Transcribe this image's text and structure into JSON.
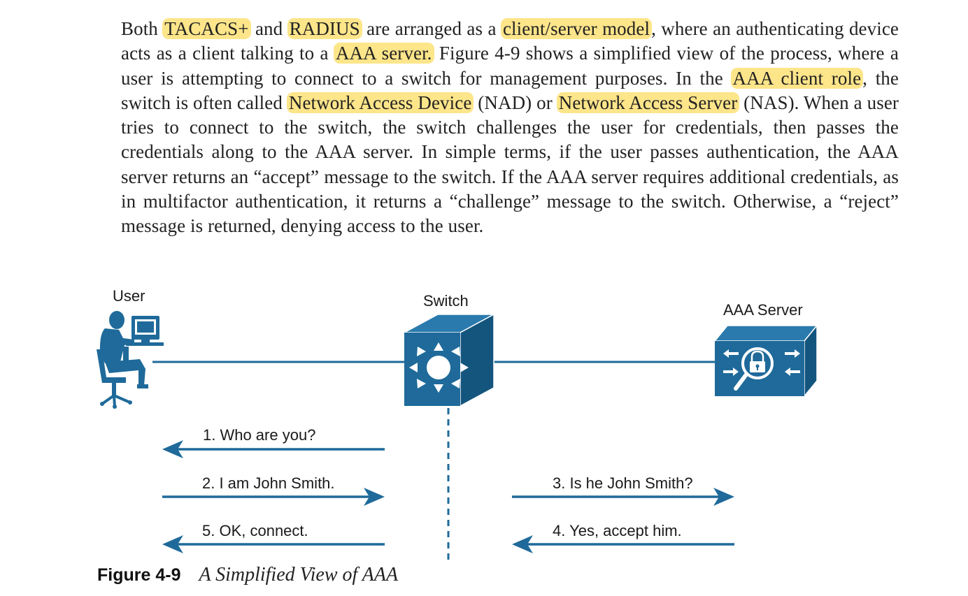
{
  "paragraph": {
    "t1": "Both ",
    "k1": "TACACS+",
    "t2": " and ",
    "k2": "RADIUS",
    "t3": " are arranged as a ",
    "k3": "client/server model",
    "t4": ", where an authenticating device acts as a client talking to a ",
    "k4": "AAA server.",
    "t5": " Figure 4-9 shows a simplified view of the process, where a user is attempting to connect to a switch for management purposes. In the ",
    "k5": "AAA client role",
    "t6": ", the switch is often called ",
    "k6": "Network Access Device",
    "t7": " (NAD) or ",
    "k7": "Network Access Server",
    "t8": " (NAS). When a user tries to connect to the switch, the switch challenges the user for credentials, then passes the credentials along to the AAA server. In simple terms, if the user passes authentication, the AAA server returns an “accept” message to the switch. If the AAA server requires additional credentials, as in multifactor authentication, it returns a “challenge” message to the switch. Otherwise, a “reject” message is returned, denying access to the user."
  },
  "highlight_color": "#fde58a",
  "icon_color": "#1f6a9a",
  "diagram": {
    "user_label": "User",
    "switch_label": "Switch",
    "server_label": "AAA Server",
    "icons": {
      "user": "user-workstation-icon",
      "switch": "multilayer-switch-icon",
      "server": "aaa-server-lock-icon"
    },
    "messages": {
      "m1": "1. Who are you?",
      "m2": "2. I am John Smith.",
      "m3": "3. Is he John Smith?",
      "m4": "4. Yes, accept him.",
      "m5": "5. OK, connect."
    }
  },
  "caption": {
    "number": "Figure 4-9",
    "title": "A Simplified View of AAA"
  }
}
